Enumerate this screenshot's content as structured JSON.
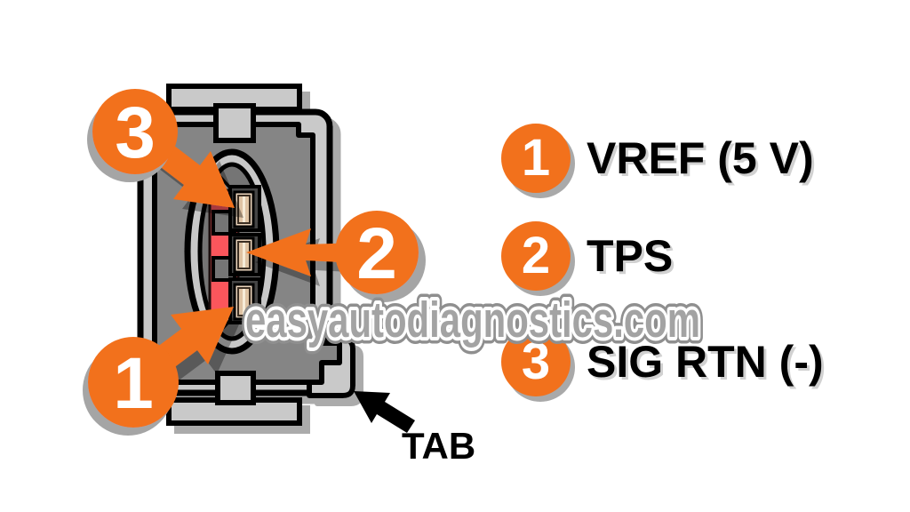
{
  "watermark": {
    "text": "easyautodiagnostics.com"
  },
  "connector": {
    "tab_label": "TAB"
  },
  "callouts": [
    {
      "number": "1",
      "points_to": "bottom pin"
    },
    {
      "number": "2",
      "points_to": "middle pin"
    },
    {
      "number": "3",
      "points_to": "top pin"
    }
  ],
  "legend": [
    {
      "number": "1",
      "label": "VREF (5 V)"
    },
    {
      "number": "2",
      "label": "TPS"
    },
    {
      "number": "3",
      "label": "SIG RTN (-)"
    }
  ],
  "colors": {
    "accent_orange": "#F2711C",
    "connector_red": "#FB575C",
    "shell_gray": "#C9C9C9",
    "panel_gray": "#858585",
    "pin_tan": "#EBD5BD"
  }
}
